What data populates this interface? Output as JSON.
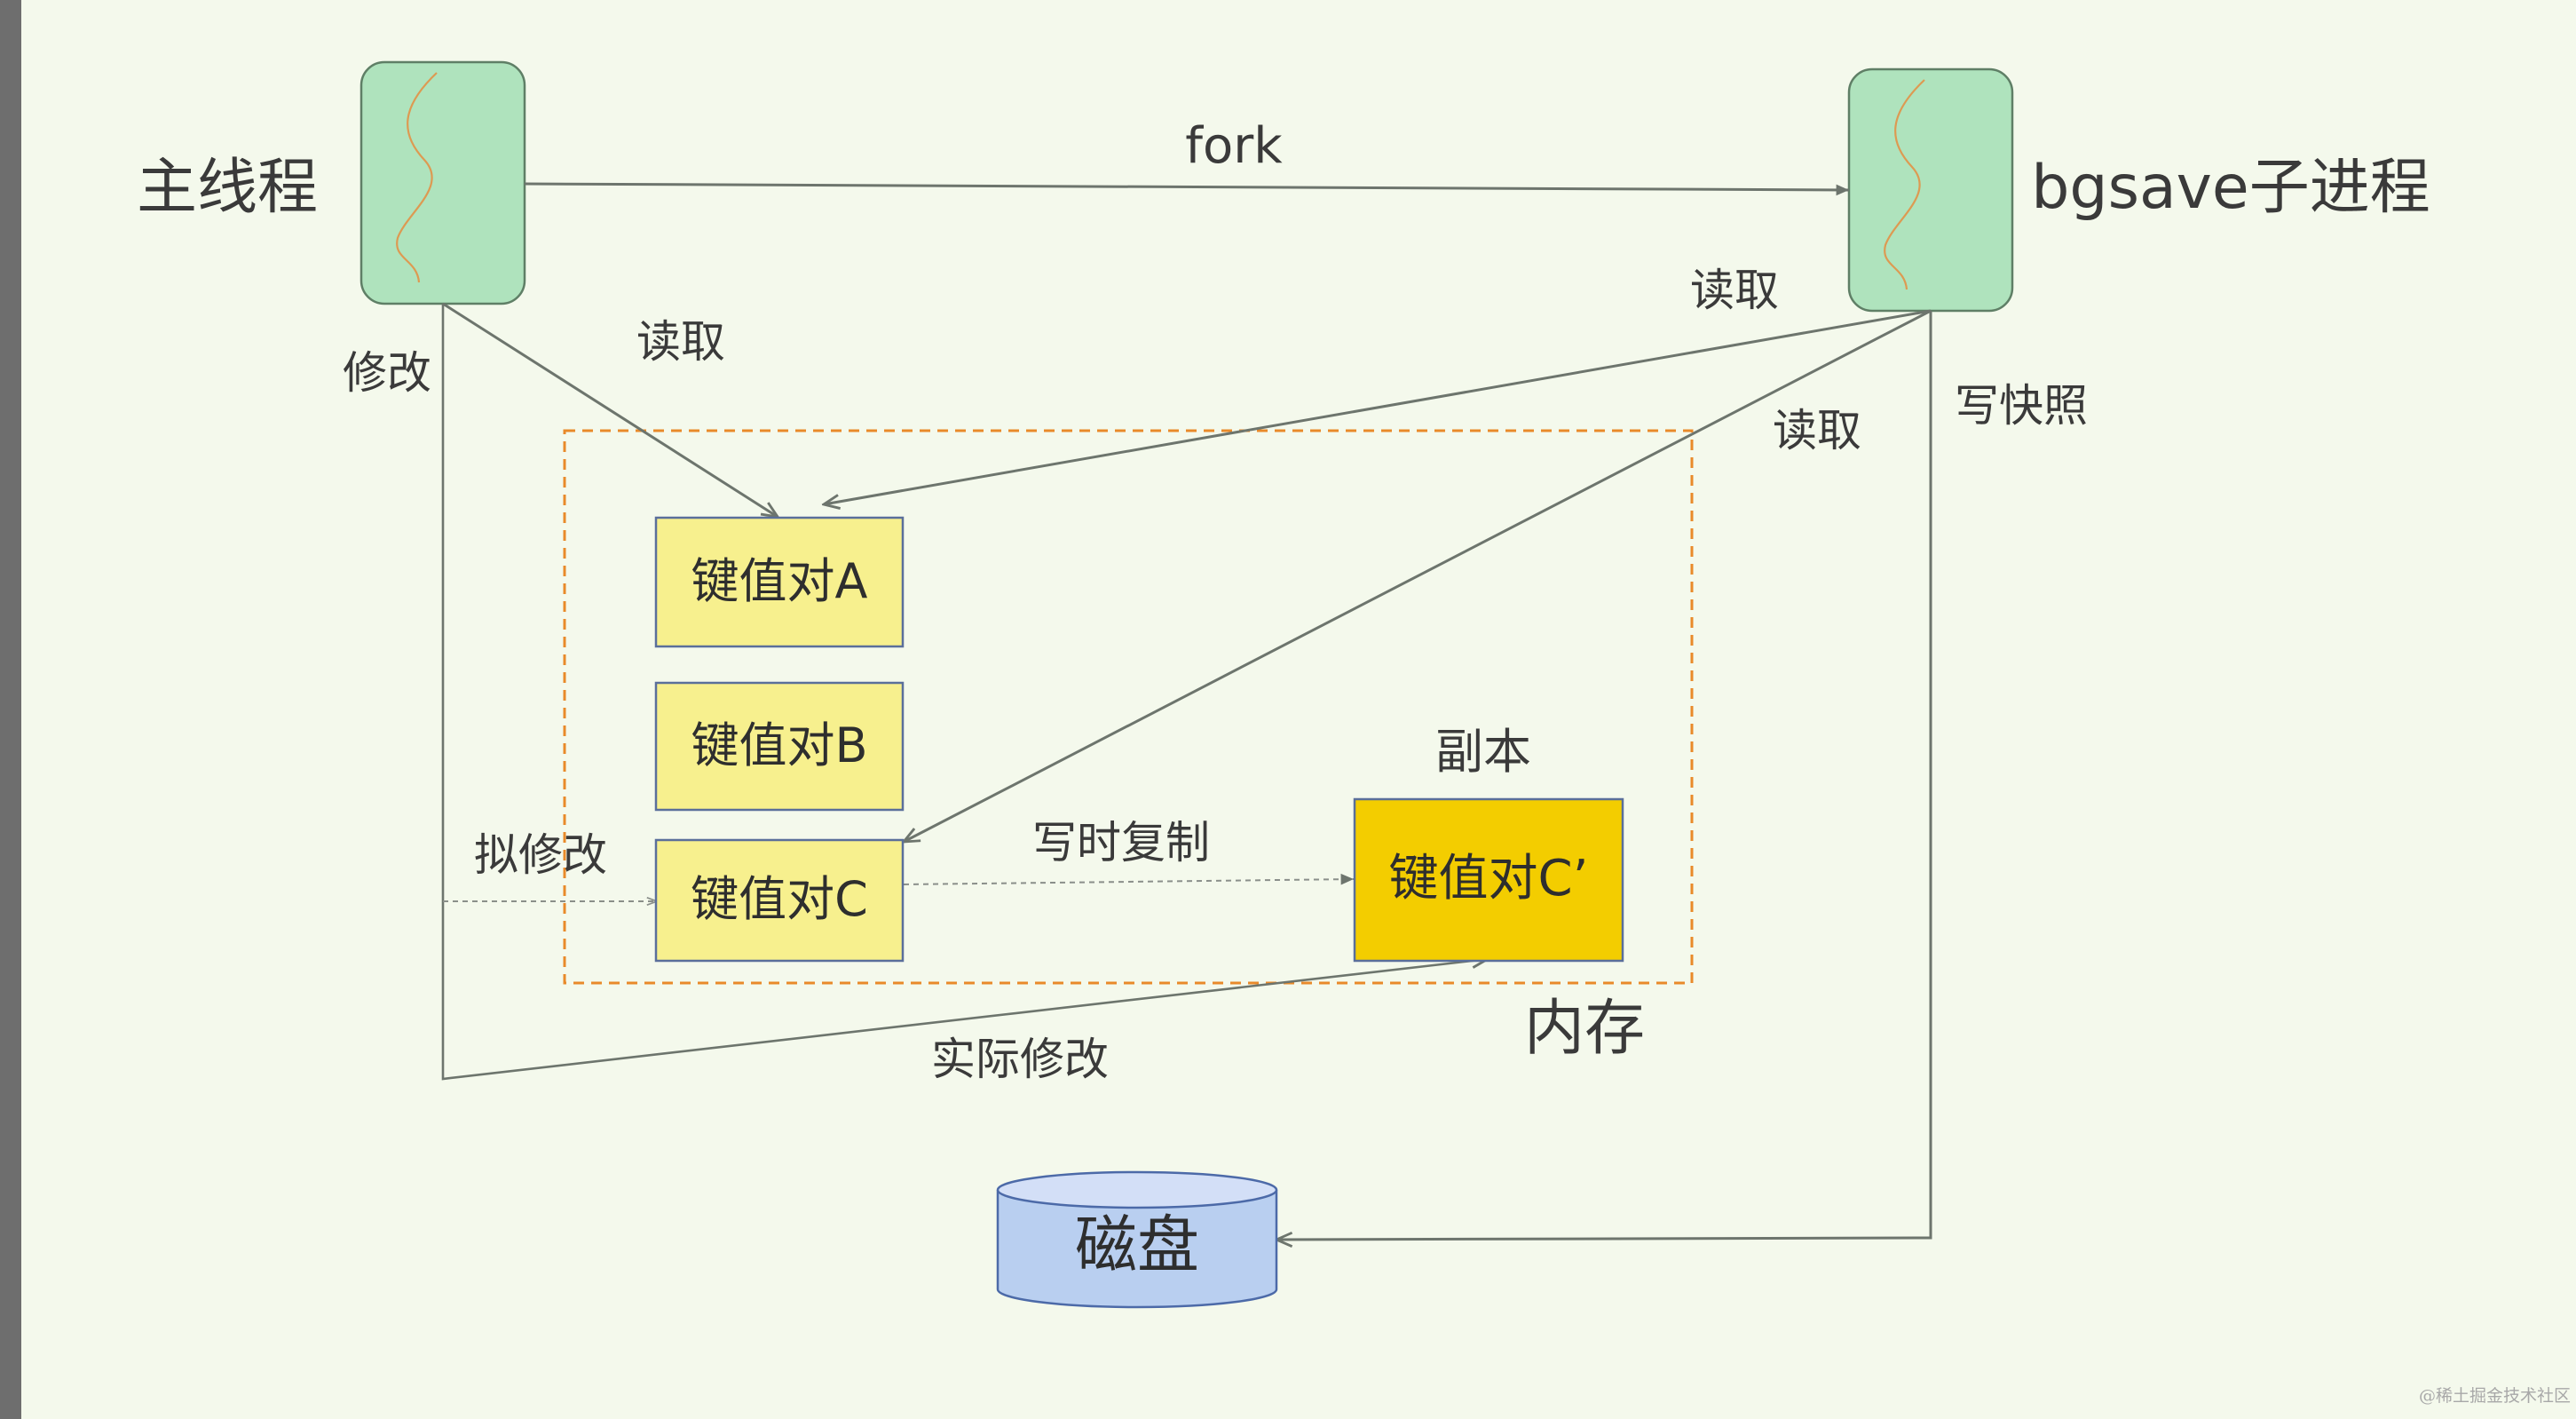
{
  "labels": {
    "main_thread": "主线程",
    "child_process": "bgsave子进程",
    "fork": "fork",
    "read_main": "读取",
    "read_child_1": "读取",
    "read_child_2": "读取",
    "modify": "修改",
    "write_snapshot": "写快照",
    "pre_modify": "拟修改",
    "copy_on_write": "写时复制",
    "copy": "副本",
    "actual_modify": "实际修改",
    "memory": "内存"
  },
  "boxes": {
    "kv_a": "键值对A",
    "kv_b": "键值对B",
    "kv_c": "键值对C",
    "kv_c_copy": "键值对C’"
  },
  "disk": "磁盘",
  "watermark": "@稀土掘金技术社区",
  "colors": {
    "background": "#f4f9ec",
    "process_fill": "#afe3bd",
    "kv_fill": "#f7f08e",
    "copy_fill": "#f3cd00",
    "memory_border": "#e98a2a",
    "disk_fill": "#b9cff0",
    "arrow": "#6d756d"
  }
}
